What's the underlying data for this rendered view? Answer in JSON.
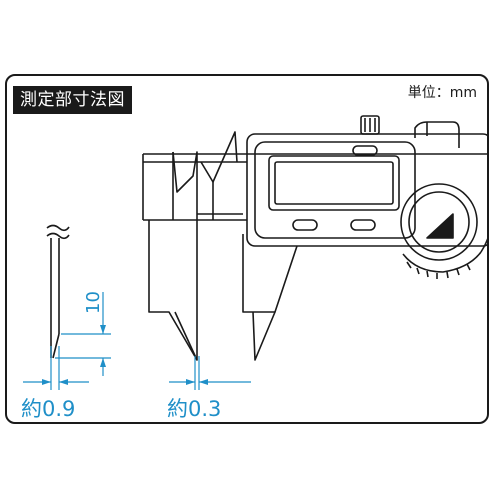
{
  "diagram": {
    "title": "測定部寸法図",
    "unit_label": "単位：mm",
    "dimension_height": "10",
    "dimension_left_width": "約0.9",
    "dimension_right_width": "約0.3"
  },
  "colors": {
    "line": "#1a1a1a",
    "dimension": "#1f8fc8",
    "background": "#ffffff"
  }
}
